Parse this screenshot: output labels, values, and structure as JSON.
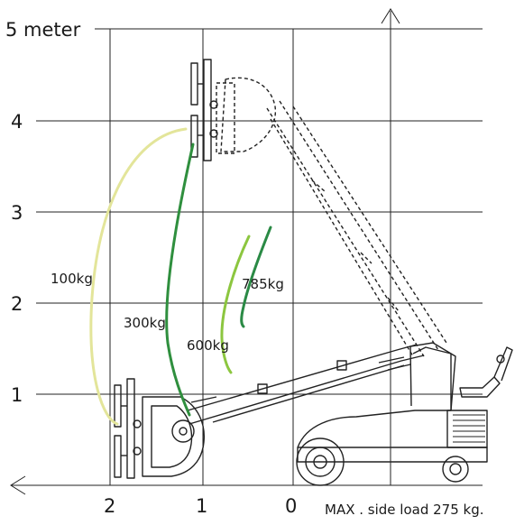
{
  "y_axis": {
    "unit_label": "5 meter",
    "ticks": [
      "1",
      "2",
      "3",
      "4"
    ]
  },
  "x_axis": {
    "ticks": [
      "2",
      "1",
      "0"
    ]
  },
  "load_curves": [
    {
      "label": "100kg",
      "color": "#e3e59a"
    },
    {
      "label": "300kg",
      "color": "#2f8f3e"
    },
    {
      "label": "600kg",
      "color": "#8cc63f"
    },
    {
      "label": "785kg",
      "color": "#2a8a45"
    }
  ],
  "note": "MAX . side load 275 kg."
}
